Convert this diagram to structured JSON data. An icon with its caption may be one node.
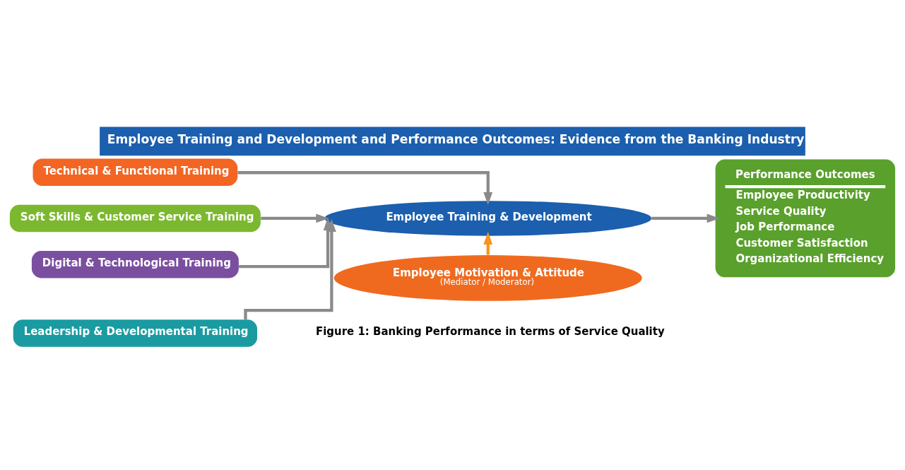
{
  "diagram": {
    "title": "Employee Training and Development and Performance Outcomes: Evidence from the Banking Industry",
    "caption": "Figure 1: Banking Performance in terms of Service Quality",
    "nodes": [
      {
        "text": [
          "Technical & Functional Training"
        ]
      },
      {
        "text": [
          "Soft Skills & Customer Service Training"
        ]
      },
      {
        "text": [
          "Digital & Technological Training"
        ]
      },
      {
        "text": [
          "Leadership & Developmental Training"
        ]
      },
      {
        "text": [
          "Employee Training & Development"
        ]
      },
      {
        "text": [
          "Employee Motivation & Attitude",
          "(Mediator / Moderator)"
        ]
      },
      {
        "text": [
          "Performance Outcomes",
          "Employee Productivity",
          "Service Quality",
          "Job Performance",
          "Customer Satisfaction",
          "Organizational Efficiency"
        ]
      }
    ],
    "edges": [
      {
        "from": 0,
        "to": 4,
        "arrow": "to"
      },
      {
        "from": 1,
        "to": 4,
        "arrow": "to"
      },
      {
        "from": 2,
        "to": 4,
        "arrow": "to"
      },
      {
        "from": 3,
        "to": 4,
        "arrow": "to"
      },
      {
        "from": 5,
        "to": 4,
        "arrow": "to",
        "color": "#f7941d"
      },
      {
        "from": 4,
        "to": 6,
        "arrow": "to"
      }
    ]
  }
}
